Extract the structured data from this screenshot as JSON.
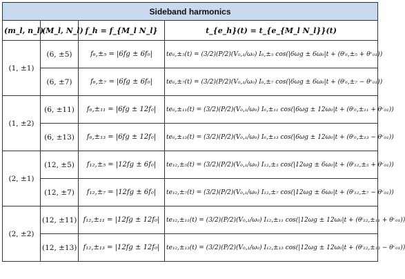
{
  "table": {
    "title": "Sideband harmonics",
    "headers": {
      "mn": "(m_l, n_l)",
      "MN": "(M_l, N_l)",
      "fh": "f_h = f_{M_l N_l}",
      "te": "t_{e_h}(t) = t_{e_{M_l N_l}}(t)"
    },
    "groups": [
      {
        "mn": "(1, ±1)",
        "rows": [
          {
            "MN": "(6, ±5)",
            "fh": "f₆,±₅ = |6fg ± 6f₀|",
            "te": "te₆,±₅(t) = (3/2)(P/2)(V₀,₁/ω₀) I₆,±₅ cos(|6ωg ± 6ω₀|t + (θⁱ₆,±₅ + θᵛ₀₁))"
          },
          {
            "MN": "(6, ±7)",
            "fh": "f₆,±₇ = |6fg ± 6f₀|",
            "te": "te₆,±₇(t) = (3/2)(P/2)(V₀,₁/ω₀) I₆,±₇ cos(|6ωg ± 6ω₀|t + (θⁱ₆,±₇ − θᵛ₀₁))"
          }
        ]
      },
      {
        "mn": "(1, ±2)",
        "rows": [
          {
            "MN": "(6, ±11)",
            "fh": "f₆,±₁₁ = |6fg ± 12f₀|",
            "te": "te₆,±₁₁(t) = (3/2)(P/2)(V₀,₁/ω₀) I₆,±₁₁ cos(|6ωg ± 12ω₀|t + (θⁱ₆,±₁₁ + θᵛ₀₁))"
          },
          {
            "MN": "(6, ±13)",
            "fh": "f₆,±₁₃ = |6fg ± 12f₀|",
            "te": "te₆,±₁₃(t) = (3/2)(P/2)(V₀,₁/ω₀) I₆,±₁₃ cos(|6ωg ± 12ω₀|t + (θⁱ₆,±₁₃ − θᵛ₀₁))"
          }
        ]
      },
      {
        "mn": "(2, ±1)",
        "rows": [
          {
            "MN": "(12, ±5)",
            "fh": "f₁₂,±₅ = |12fg ± 6f₀|",
            "te": "te₁₂,±₅(t) = (3/2)(P/2)(V₀,₁/ω₀) I₁₂,±₅ cos(|12ωg ± 6ω₀|t + (θⁱ₁₂,±₅ + θᵛ₀₁))"
          },
          {
            "MN": "(12, ±7)",
            "fh": "f₁₂,±₇ = |12fg ± 6f₀|",
            "te": "te₁₂,±₇(t) = (3/2)(P/2)(V₀,₁/ω₀) I₁₂,±₇ cos(|12ωg ± 6ω₀|t + (θⁱ₁₂,±₇ − θᵛ₀₁))"
          }
        ]
      },
      {
        "mn": "(2, ±2)",
        "rows": [
          {
            "MN": "(12, ±11)",
            "fh": "f₁₂,±₁₁ = |12fg ± 12f₀|",
            "te": "te₁₂,±₁₁(t) = (3/2)(P/2)(V₀,₁/ω₀) I₁₂,±₁₁ cos(|12ωg ± 12ω₀|t + (θⁱ₁₂,±₁₁ + θᵛ₀₁))"
          },
          {
            "MN": "(12, ±13)",
            "fh": "f₁₂,±₁₃ = |12fg ± 12f₀|",
            "te": "te₁₂,±₁₃(t) = (3/2)(P/2)(V₀,₁/ω₀) I₁₂,±₁₃ cos(|12ωg ± 12ω₀|t + (θⁱ₁₂,±₁₃ − θᵛ₀₁))"
          }
        ]
      }
    ]
  }
}
